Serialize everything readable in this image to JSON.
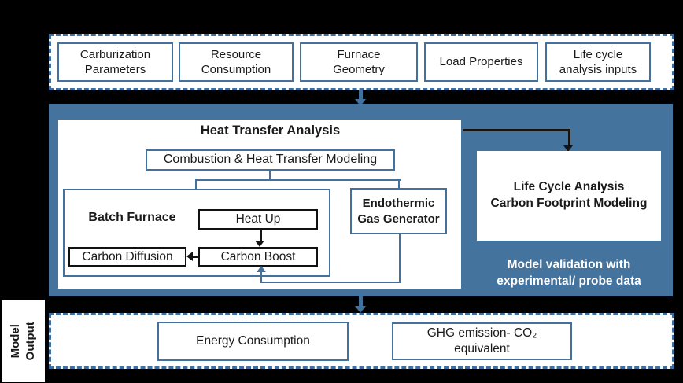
{
  "colors": {
    "background": "#000000",
    "panel_fill": "#ffffff",
    "blue_panel_fill": "#44739e",
    "border_blue": "#41719c",
    "border_black": "#111111",
    "text_dark": "#1a1a1a",
    "text_white": "#ffffff"
  },
  "model_input": {
    "boxes": [
      {
        "label": "Carburization\nParameters"
      },
      {
        "label": "Resource\nConsumption"
      },
      {
        "label": "Furnace\nGeometry"
      },
      {
        "label": "Load Properties"
      },
      {
        "label": "Life cycle\nanalysis inputs"
      }
    ]
  },
  "heat_transfer": {
    "title": "Heat Transfer Analysis",
    "combustion_box": "Combustion & Heat Transfer Modeling",
    "batch_furnace_label": "Batch Furnace",
    "heat_up": "Heat Up",
    "carbon_diffusion": "Carbon Diffusion",
    "carbon_boost": "Carbon Boost",
    "endothermic_generator": "Endothermic\nGas Generator"
  },
  "lca": {
    "box": "Life Cycle Analysis\nCarbon Footprint Modeling",
    "validation_note": "Model validation with\nexperimental/ probe data"
  },
  "model_output": {
    "side_label": "Model\nOutput",
    "boxes": [
      {
        "label": "Energy Consumption"
      },
      {
        "label": "GHG emission- CO₂\nequivalent"
      }
    ]
  }
}
